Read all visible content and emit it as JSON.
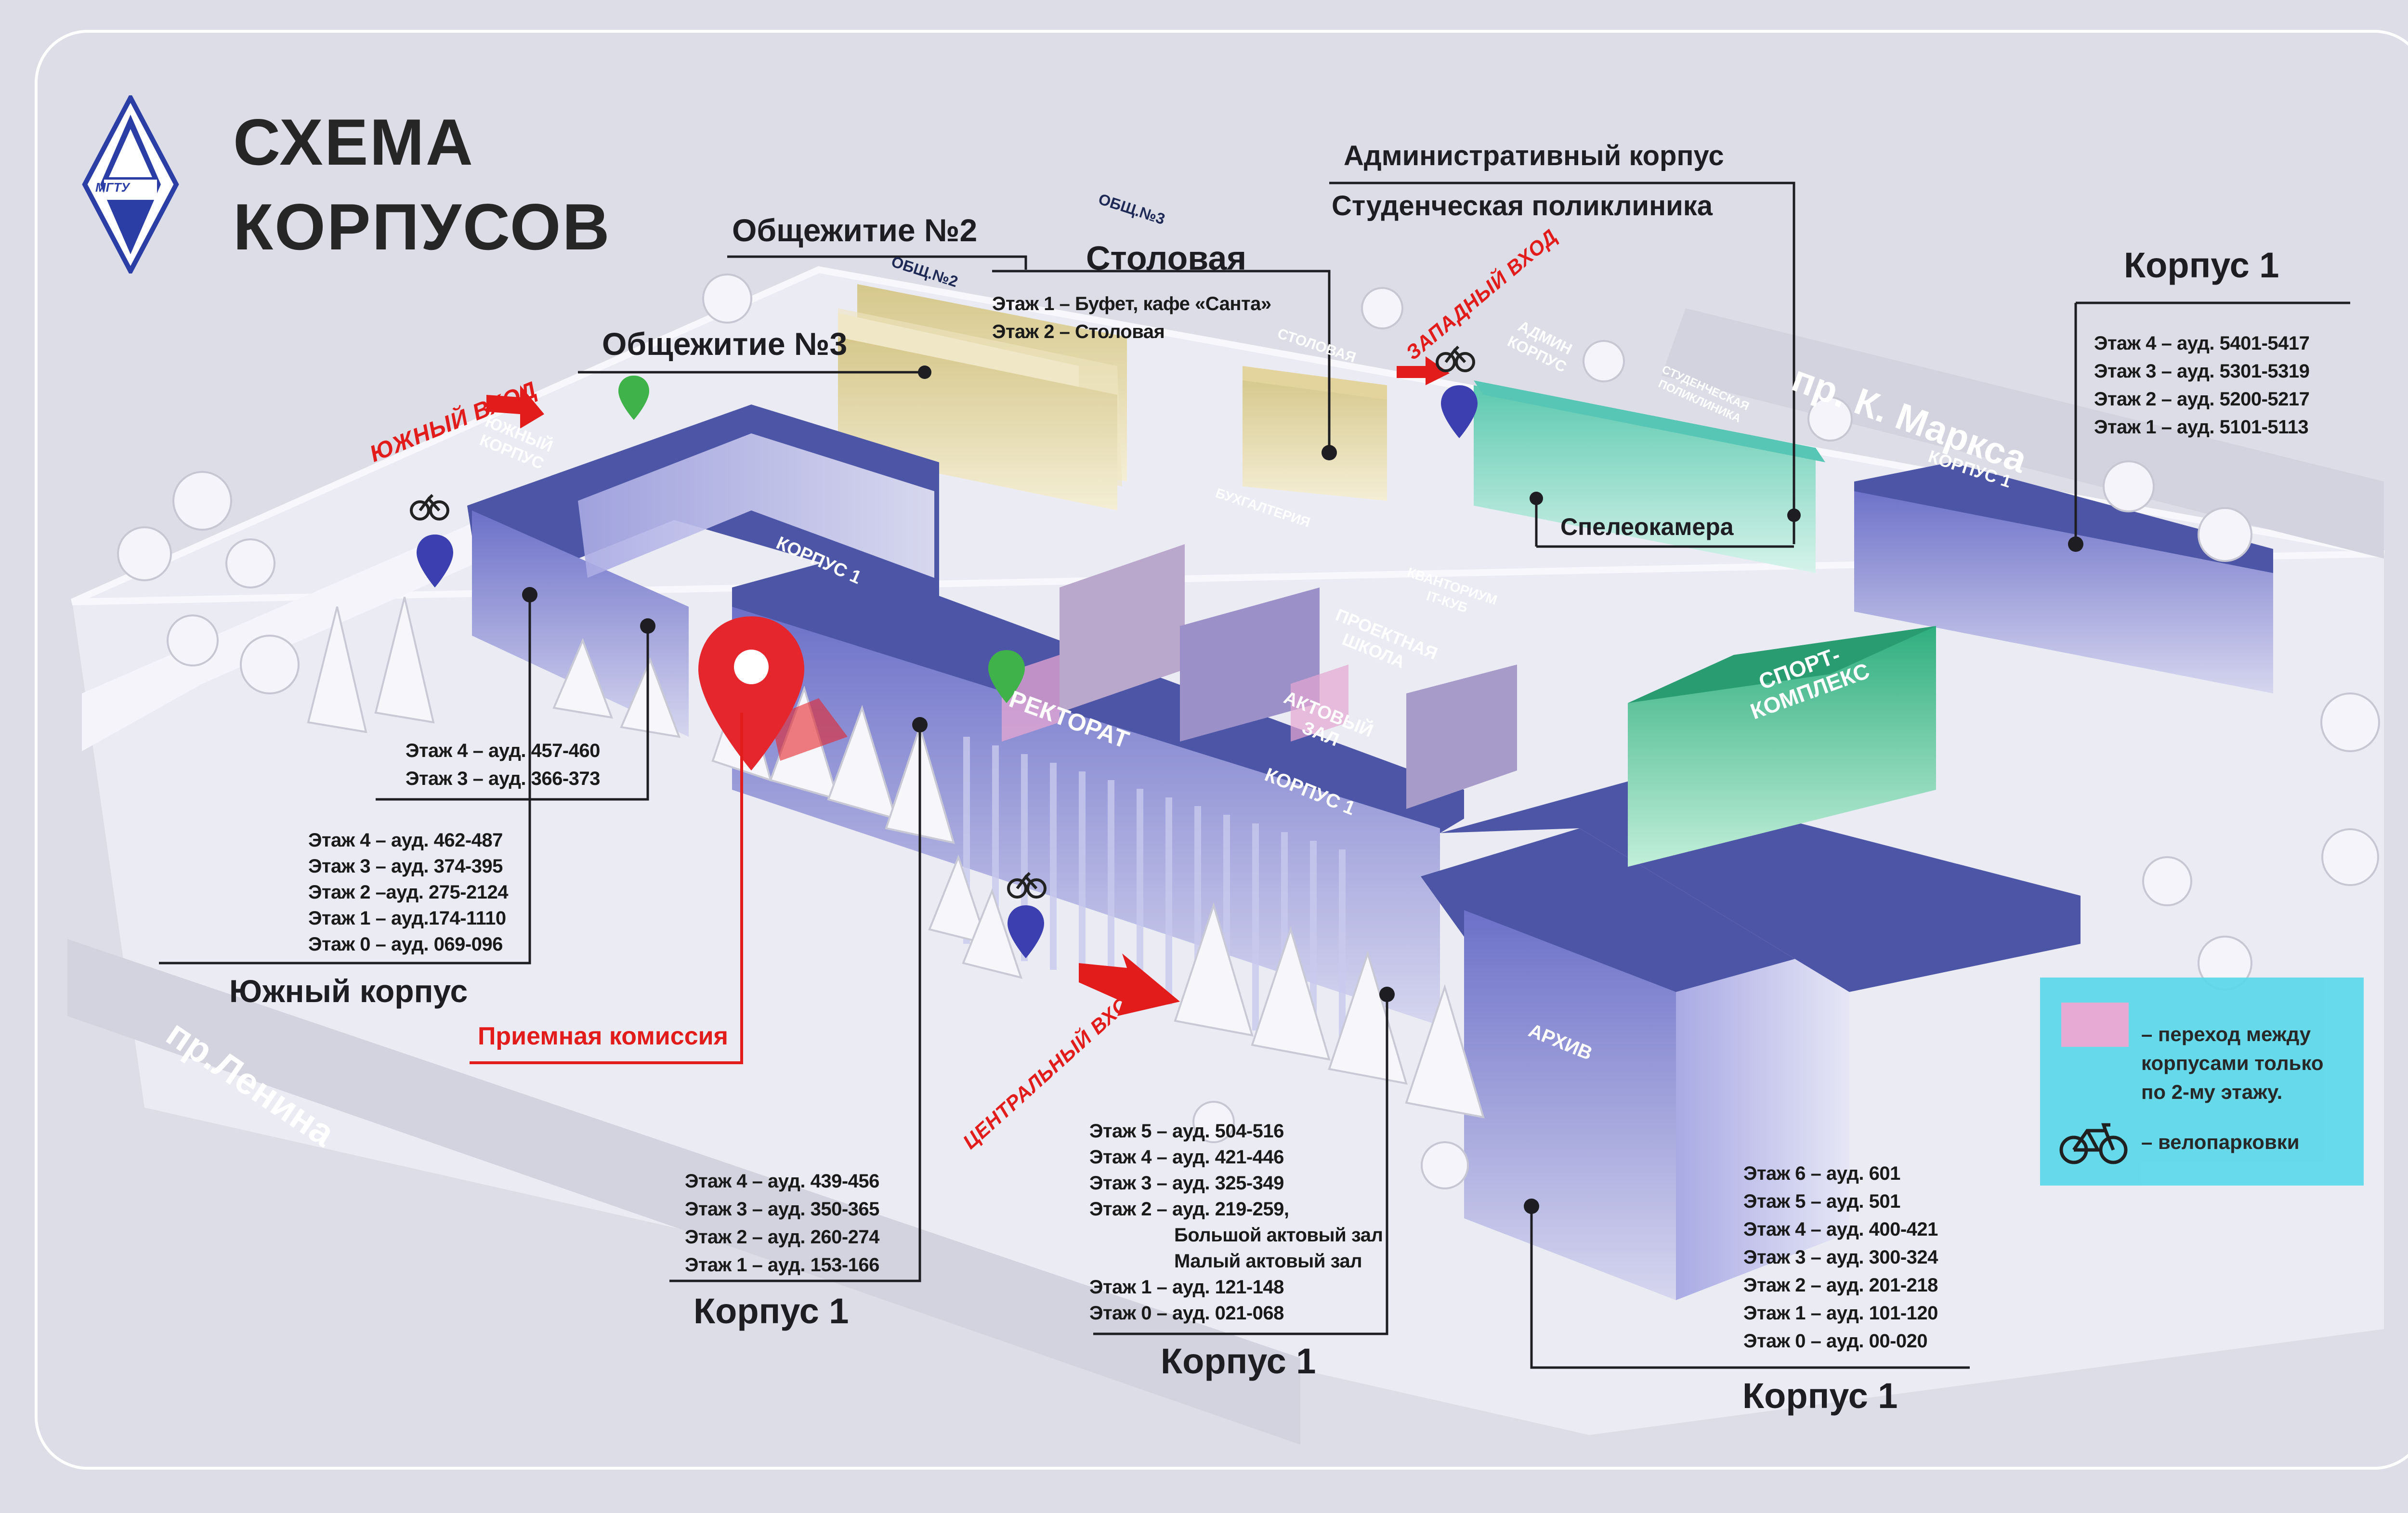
{
  "header": {
    "title_line1": "СХЕМА",
    "title_line2": "КОРПУСОВ",
    "logo_text": "МГТУ",
    "logo_icon": "university-emblem-icon"
  },
  "roads": {
    "karl_marx": "пр. К. Маркса",
    "lenin": "пр.Ленина"
  },
  "entrances": {
    "south": "ЮЖНЫЙ ВХОД",
    "west": "ЗАПАДНЫЙ ВХОД",
    "central": "ЦЕНТРАЛЬНЫЙ ВХОД"
  },
  "buildings": {
    "dorm2": "Общежитие №2",
    "dorm3": "Общежитие №3",
    "canteen": {
      "name": "Столовая",
      "floors": [
        "Этаж 1 – Буфет, кафе «Санта»",
        "Этаж 2 – Столовая"
      ]
    },
    "admin": "Административный корпус",
    "clinic": "Студенческая поликлиника",
    "speleo": "Спелеокамера",
    "admissions": "Приемная комиссия",
    "ne_korpus1": {
      "name": "Корпус 1",
      "floors": [
        "Этаж 4 – ауд. 5401-5417",
        "Этаж 3 – ауд. 5301-5319",
        "Этаж 2 – ауд. 5200-5217",
        "Этаж 1 – ауд. 5101-5113"
      ]
    },
    "south_wing_upper": {
      "floors": [
        "Этаж 4 – ауд. 457-460",
        "Этаж 3 – ауд. 366-373"
      ]
    },
    "south": {
      "name": "Южный корпус",
      "floors": [
        "Этаж 4 – ауд. 462-487",
        "Этаж 3 – ауд. 374-395",
        "Этаж 2 –ауд. 275-2124",
        "Этаж 1 – ауд.174-1110",
        "Этаж 0 – ауд. 069-096"
      ]
    },
    "korpus1_left": {
      "name": "Корпус 1",
      "floors": [
        "Этаж 4 – ауд. 439-456",
        "Этаж 3 – ауд. 350-365",
        "Этаж 2 – ауд. 260-274",
        "Этаж 1 – ауд. 153-166"
      ]
    },
    "korpus1_center": {
      "name": "Корпус 1",
      "floors": [
        "Этаж 5 – ауд. 504-516",
        "Этаж 4 – ауд. 421-446",
        "Этаж 3 – ауд. 325-349",
        "Этаж 2 – ауд. 219-259,",
        "Большой актовый зал",
        "Малый актовый зал",
        "Этаж 1 – ауд. 121-148",
        "Этаж 0 – ауд. 021-068"
      ]
    },
    "korpus1_right": {
      "name": "Корпус 1",
      "floors": [
        "Этаж 6 – ауд. 601",
        "Этаж 5 – ауд. 501",
        "Этаж 4 – ауд. 400-421",
        "Этаж 3 – ауд. 300-324",
        "Этаж 2 – ауд. 201-218",
        "Этаж 1 – ауд. 101-120",
        "Этаж 0 – ауд. 00-020"
      ]
    }
  },
  "signs": {
    "dorm2_sign": "ОБЩ.№2",
    "dorm3_sign": "ОБЩ.№3",
    "south_sign": "ЮЖНЫЙ КОРПУС",
    "korpus1_a": "КОРПУС 1",
    "korpus1_b": "КОРПУС 1",
    "korpus1_c": "КОРПУС 1",
    "canteen_sign": "СТОЛОВАЯ",
    "admin_sign": "АДМИН КОРПУС",
    "clinic_sign": "СТУДЕНЧЕСКАЯ ПОЛИКЛИНИКА",
    "accounting": "БУХГАЛТЕРИЯ",
    "quantorium": "КВАНТОРИУМ IT-КУБ",
    "project_school": "ПРОЕКТНАЯ ШКОЛА",
    "assembly_hall": "АКТОВЫЙ ЗАЛ",
    "rectorate": "РЕКТОРАТ",
    "sport": "СПОРТ- КОМПЛЕКС",
    "archive": "АРХИВ"
  },
  "legend": {
    "transition": "– переход между корпусами только по 2-му этажу.",
    "bike": "– велопарковки",
    "bike_icon": "bicycle-icon"
  },
  "colors": {
    "building_top": "#4d56a6",
    "building_side": "#8c8fd6",
    "accent_red": "#e21b1b",
    "legend_bg": "#5cd9ea",
    "transition_pink": "#e6a6d2",
    "admin_teal": "#7fd8c6",
    "dorm_yellow": "#e9ddae"
  }
}
